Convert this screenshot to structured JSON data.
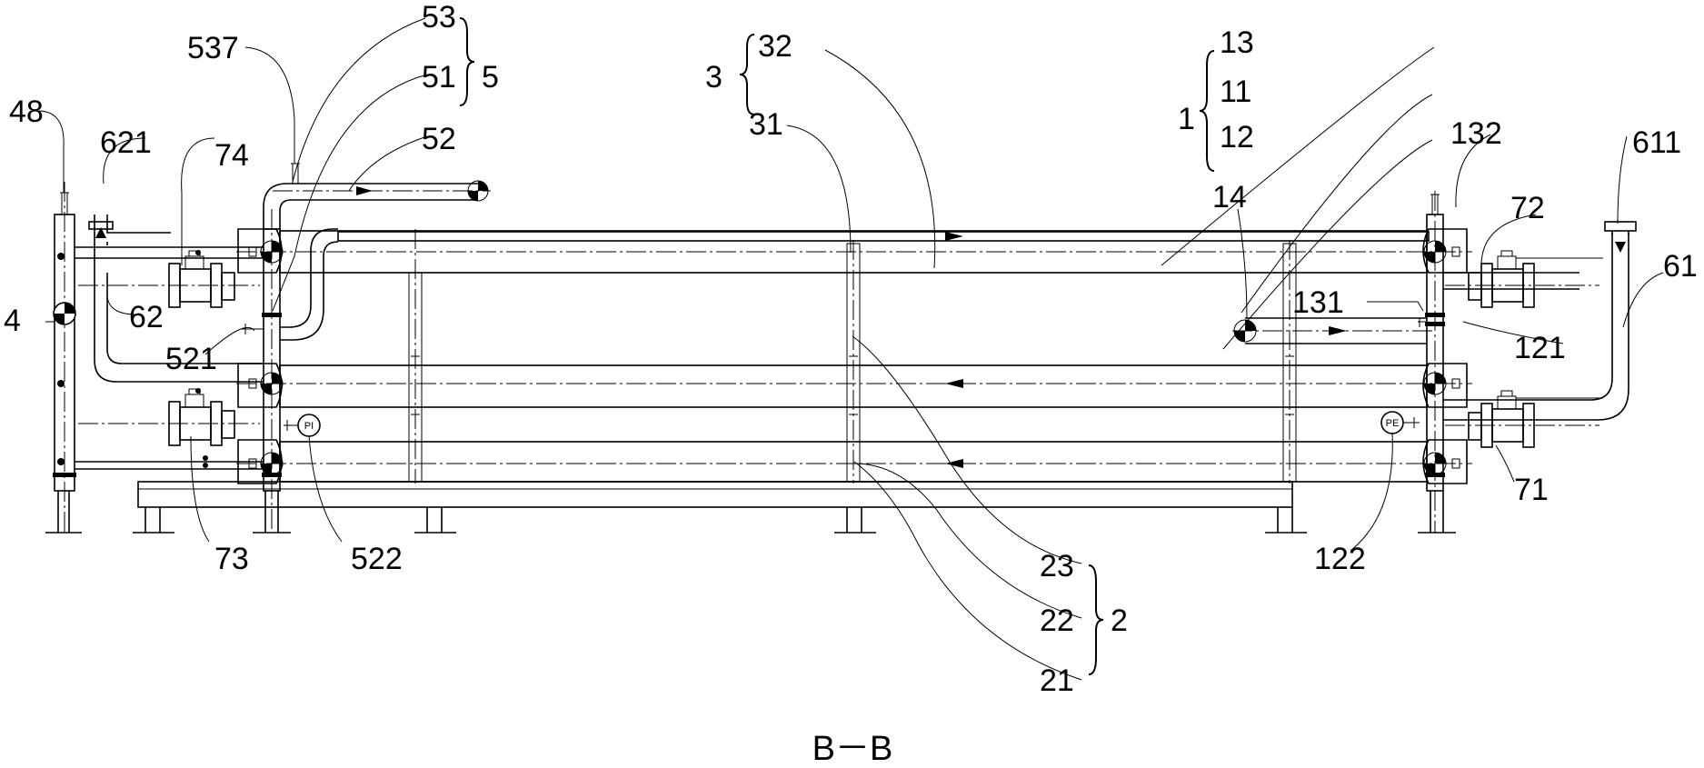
{
  "drawing": {
    "section_title": "B－B",
    "labels": {
      "l48": "48",
      "l537": "537",
      "l53": "53",
      "l51": "51",
      "l52": "52",
      "l5": "5",
      "l621": "621",
      "l74": "74",
      "l62": "62",
      "l4": "4",
      "l521": "521",
      "l73": "73",
      "l522": "522",
      "l3": "3",
      "l32": "32",
      "l31": "31",
      "l1": "1",
      "l13": "13",
      "l11": "11",
      "l12": "12",
      "l14": "14",
      "l132": "132",
      "l611": "611",
      "l72": "72",
      "l61": "61",
      "l131": "131",
      "l121": "121",
      "l71": "71",
      "l122": "122",
      "l23": "23",
      "l22": "22",
      "l21": "21",
      "l2": "2"
    },
    "gauges": {
      "left": "PI",
      "right": "PE"
    }
  }
}
